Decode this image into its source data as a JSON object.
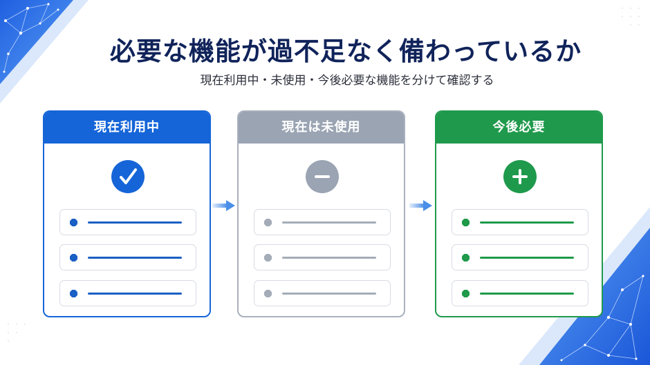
{
  "title": "必要な機能が過不足なく備わっているか",
  "subtitle": "現在利用中・未使用・今後必要な機能を分けて確認する",
  "colors": {
    "title": "#10235a",
    "blue": "#1565d8",
    "gray": "#9aa4b3",
    "green": "#1f9a4c",
    "arrow": "#4a8fe8"
  },
  "cards": [
    {
      "header": "現在利用中",
      "icon": "check-icon",
      "color": "#1565d8",
      "line_color": "#1a5fc4",
      "border": "#1565d8",
      "rows": 3
    },
    {
      "header": "現在は未使用",
      "icon": "minus-icon",
      "color": "#9aa4b3",
      "line_color": "#a4acb8",
      "border": "#a9b1bd",
      "rows": 3
    },
    {
      "header": "今後必要",
      "icon": "plus-icon",
      "color": "#1f9a4c",
      "line_color": "#1e9a4a",
      "border": "#1f9a4c",
      "rows": 3
    }
  ]
}
